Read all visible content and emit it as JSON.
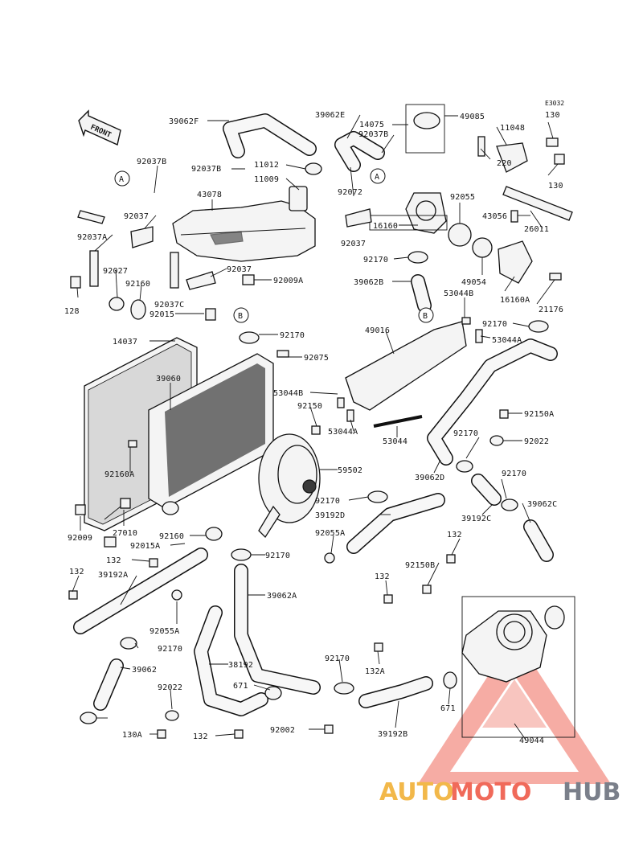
{
  "diagram": {
    "code": "E3032",
    "front_label": "FRONT",
    "circle_refs": {
      "A": "A",
      "B": "B"
    }
  },
  "parts": {
    "p39062F": "39062F",
    "p39062E": "39062E",
    "p14075": "14075",
    "p49085": "49085",
    "p130a": "130",
    "p92037B_1": "92037B",
    "p92037B_2": "92037B",
    "p92037B_3": "92037B",
    "p11012": "11012",
    "p11009": "11009",
    "p43078": "43078",
    "p92072": "92072",
    "p11048": "11048",
    "p220": "220",
    "p130b": "130",
    "p92055": "92055",
    "p43056": "43056",
    "p16160": "16160",
    "p26011": "26011",
    "p92037_1": "92037",
    "p92037_2": "92037",
    "p92037_3": "92037",
    "p92037A": "92037A",
    "p92027": "92027",
    "p92160": "92160",
    "p92037C": "92037C",
    "p92009A": "92009A",
    "p92170_1": "92170",
    "p39062B": "39062B",
    "p49054": "49054",
    "p16160A": "16160A",
    "p21176": "21176",
    "p128": "128",
    "p92015": "92015",
    "p53044B_1": "53044B",
    "p92170_2": "92170",
    "p53044A_1": "53044A",
    "p14037": "14037",
    "p92170_3": "92170",
    "p49016": "49016",
    "p92075": "92075",
    "p39060": "39060",
    "p53044B_2": "53044B",
    "p92150": "92150",
    "p92150A": "92150A",
    "p53044A_2": "53044A",
    "p53044": "53044",
    "p92170_4": "92170",
    "p92022_1": "92022",
    "p39062D": "39062D",
    "p59502": "59502",
    "p92160A": "92160A",
    "p92170_5": "92170",
    "p39192D": "39192D",
    "p39192C": "39192C",
    "p39062C": "39062C",
    "p92009": "92009",
    "p27010": "27010",
    "p92055A_1": "92055A",
    "p92160_2": "92160",
    "p132_1": "132",
    "p92015A": "92015A",
    "p132_2": "132",
    "p92170_6": "92170",
    "p92150B": "92150B",
    "p132_3": "132",
    "p39192A": "39192A",
    "p132_4": "132",
    "p39062A": "39062A",
    "p92055A_2": "92055A",
    "p92170_7": "92170",
    "p132A": "132A",
    "p39062": "39062",
    "p38192": "38192",
    "p92170_8": "92170",
    "p671_1": "671",
    "p92022_2": "92022",
    "p671_2": "671",
    "p92170_9": "92170",
    "p130A": "130A",
    "p132_5": "132",
    "p92002": "92002",
    "p39192B": "39192B",
    "p49044": "49044"
  },
  "watermark": {
    "part1": "AUTO",
    "part2": "MOTO",
    "part3": "HUB",
    "colors": {
      "triangle": "#f06a5a",
      "auto": "#f2b84a",
      "moto": "#f06a5a",
      "hub": "#7a7f8a"
    }
  }
}
